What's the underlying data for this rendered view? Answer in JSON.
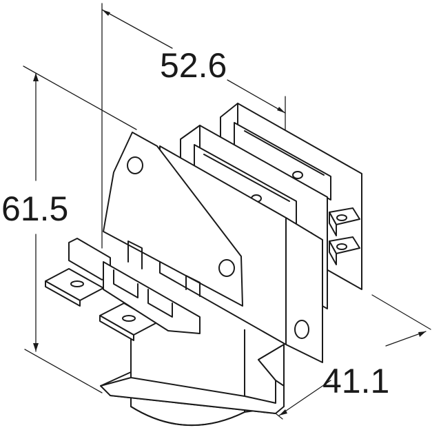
{
  "dimensions": {
    "width_label": "52.6",
    "height_label": "61.5",
    "depth_label": "41.1"
  }
}
